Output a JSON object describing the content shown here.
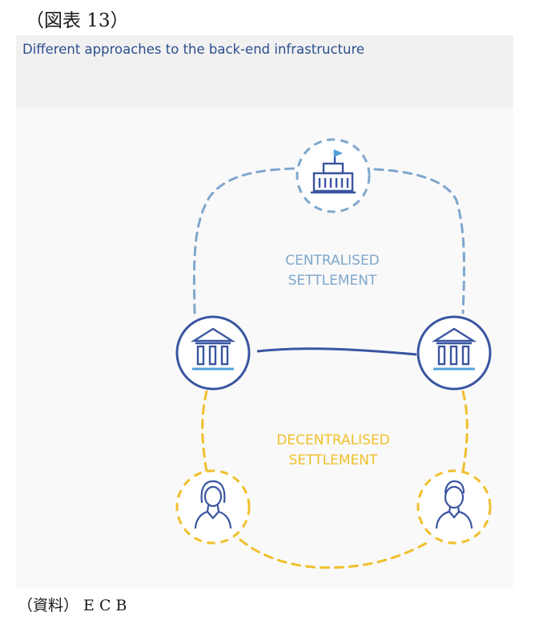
{
  "figure_label": "（図表 13）",
  "title": "Different approaches to the back-end infrastructure",
  "centralised_label": [
    "CENTRALISED",
    "SETTLEMENT"
  ],
  "decentralised_label": [
    "DECENTRALISED",
    "SETTLEMENT"
  ],
  "source": "（資料） E C B",
  "colors": {
    "title": "#2c4e8f",
    "centralised": "#7ea7cd",
    "bank": "#3a55a0",
    "decentralised": "#f0bf2a"
  },
  "icons": [
    "central-bank-building-icon",
    "bank-icon",
    "bank-icon",
    "woman-user-icon",
    "man-user-icon"
  ]
}
